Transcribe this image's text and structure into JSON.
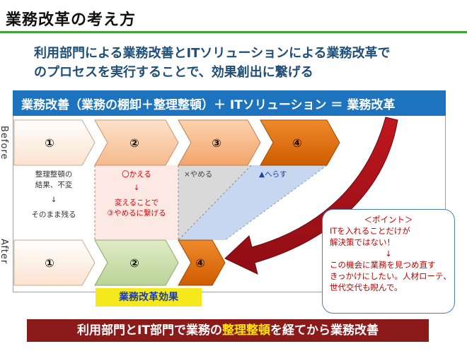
{
  "title": "業務改革の考え方",
  "subtitle": [
    "利用部門による業務改善とITソリューションによる業務改革で",
    "のプロセスを実行することで、効果創出に繋げる"
  ],
  "banner": "業務改善（業務の棚卸＋整理整頓）＋ ITソリューション ＝ 業務改革",
  "side_labels": {
    "before": "Before",
    "after": "After"
  },
  "before_steps": [
    "①",
    "②",
    "③",
    "④"
  ],
  "after_steps": [
    "①",
    "②",
    "④"
  ],
  "notes": {
    "col1": [
      "整理整頓の",
      "結果、不変",
      "↓",
      "そのまま残る"
    ],
    "col2": [
      "〇かえる",
      "↓",
      "変えることで",
      "③やめるに繋げる"
    ],
    "col3": "×やめる",
    "col4": "▲へらす"
  },
  "effect_label": "業務改革効果",
  "bottom_bar": {
    "before": "利用部門とIT部門で業務の",
    "highlight": "整理整頓",
    "after": "を経てから業務改善"
  },
  "point_box": {
    "heading": "＜ポイント＞",
    "line1": "ITを入れることだけが",
    "line2": "解決策ではない！",
    "arrow": "↓",
    "line3": "この機会に業務を見つめ直す",
    "line4": "きっかけにしたい。人材ローテ、",
    "line5": "世代交代も睨んで。"
  },
  "colors": {
    "accent_green": "#3aa335",
    "banner_blue": "#1e73be",
    "dark_red": "#8b1a1a",
    "highlight_yellow": "#ffe600",
    "orange": "#e36c09"
  }
}
